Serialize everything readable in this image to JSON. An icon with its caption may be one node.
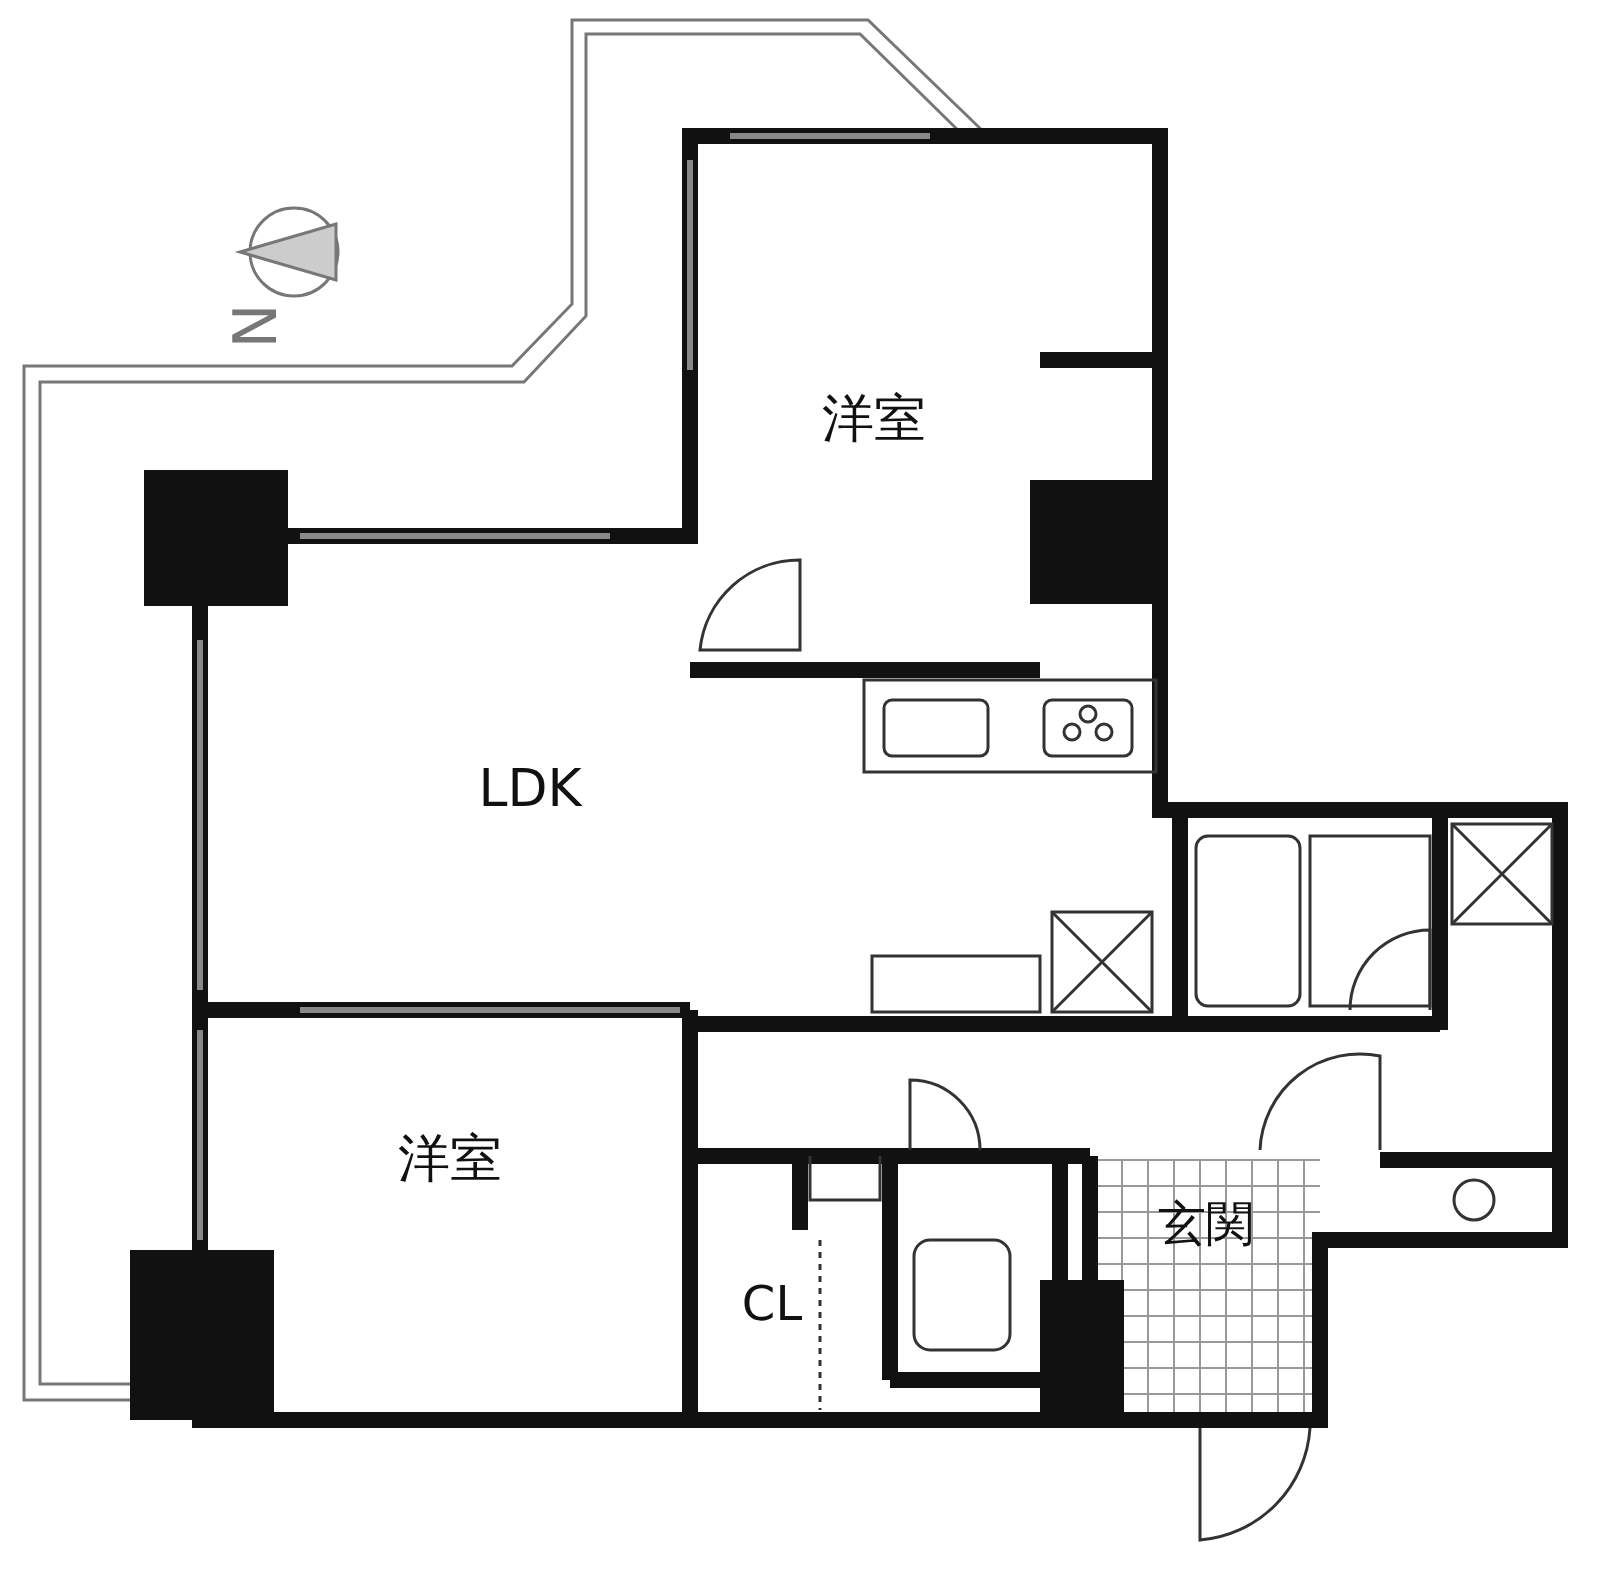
{
  "diagram": {
    "nodes": [
      {
        "text": [
          "洋室"
        ]
      },
      {
        "text": [
          "LDK"
        ]
      },
      {
        "text": [
          "洋室"
        ]
      },
      {
        "text": [
          "CL"
        ]
      },
      {
        "text": [
          "玄関"
        ]
      }
    ],
    "labels": [
      "N"
    ]
  }
}
